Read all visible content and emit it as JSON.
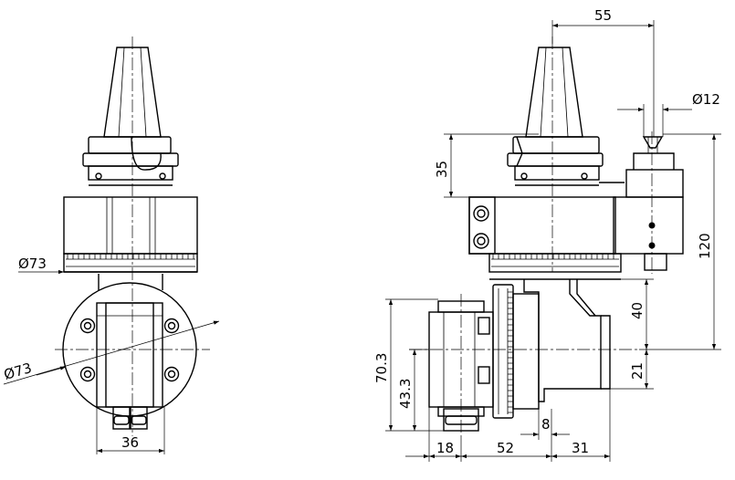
{
  "dimensions": {
    "d_top_width": "55",
    "d_bore": "Ø12",
    "d_taper_height": "35",
    "d_total_height": "120",
    "d_height_40": "40",
    "d_height_21": "21",
    "d_height_70_3": "70.3",
    "d_height_43_3": "43.3",
    "d_gap_8": "8",
    "d_width_18": "18",
    "d_width_52": "52",
    "d_width_31": "31",
    "d_body_dia": "Ø73",
    "d_flange_dia": "Ø73",
    "d_width_36": "36"
  }
}
